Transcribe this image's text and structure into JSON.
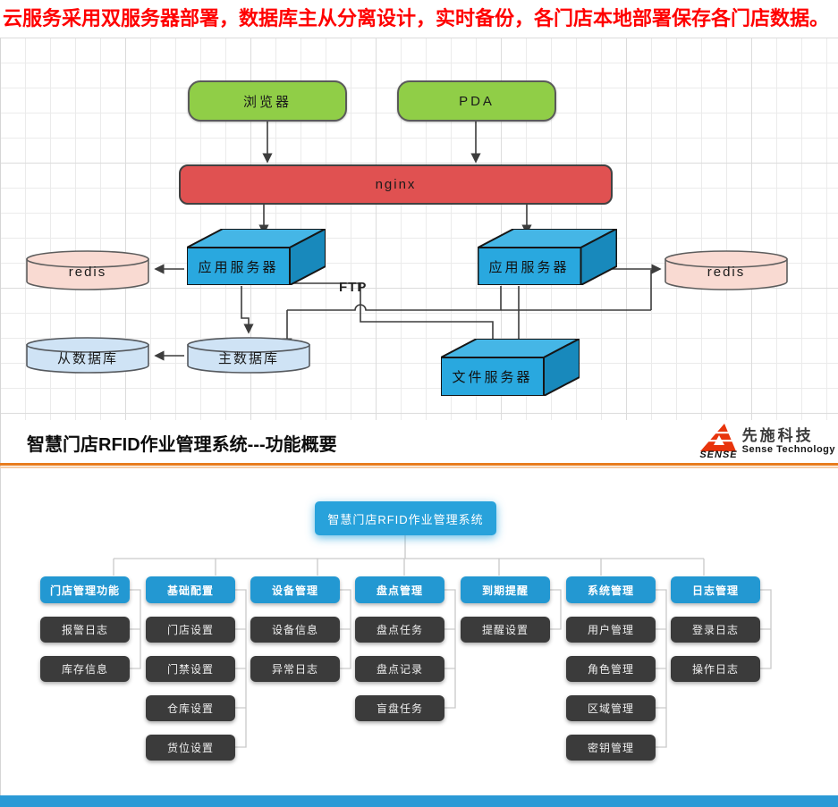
{
  "top_note": "云服务采用双服务器部署，数据库主从分离设计，实时备份，各门店本地部署保存各门店数据。",
  "architecture": {
    "browser": "浏览器",
    "pda": "PDA",
    "nginx": "nginx",
    "redis_left": "redis",
    "redis_right": "redis",
    "app_server_left": "应用服务器",
    "app_server_right": "应用服务器",
    "slave_db": "从数据库",
    "master_db": "主数据库",
    "file_server": "文件服务器",
    "ftp_label": "FTP"
  },
  "section": {
    "title": "智慧门店RFID作业管理系统---功能概要"
  },
  "logo": {
    "mark": "SENSE",
    "cn": "先施科技",
    "en": "Sense Technology"
  },
  "org": {
    "root": "智慧门店RFID作业管理系统",
    "columns": [
      {
        "label": "门店管理功能",
        "children": [
          "报警日志",
          "库存信息"
        ]
      },
      {
        "label": "基础配置",
        "children": [
          "门店设置",
          "门禁设置",
          "仓库设置",
          "货位设置"
        ]
      },
      {
        "label": "设备管理",
        "children": [
          "设备信息",
          "异常日志"
        ]
      },
      {
        "label": "盘点管理",
        "children": [
          "盘点任务",
          "盘点记录",
          "盲盘任务"
        ]
      },
      {
        "label": "到期提醒",
        "children": [
          "提醒设置"
        ]
      },
      {
        "label": "系统管理",
        "children": [
          "用户管理",
          "角色管理",
          "区域管理",
          "密钥管理"
        ]
      },
      {
        "label": "日志管理",
        "children": [
          "登录日志",
          "操作日志"
        ]
      }
    ]
  },
  "colors": {
    "note_red": "#FF0000",
    "green_node": "#90CE47",
    "red_node": "#E05151",
    "cyan_node": "#29A8DF",
    "pink_node": "#F9DAD2",
    "lightblue_node": "#CFE3F5",
    "org_blue": "#2398D2",
    "org_dark": "#3B3B3B",
    "divider_orange": "#E87C1E",
    "footer_blue": "#2B9AD6",
    "logo_red": "#E8340C"
  }
}
